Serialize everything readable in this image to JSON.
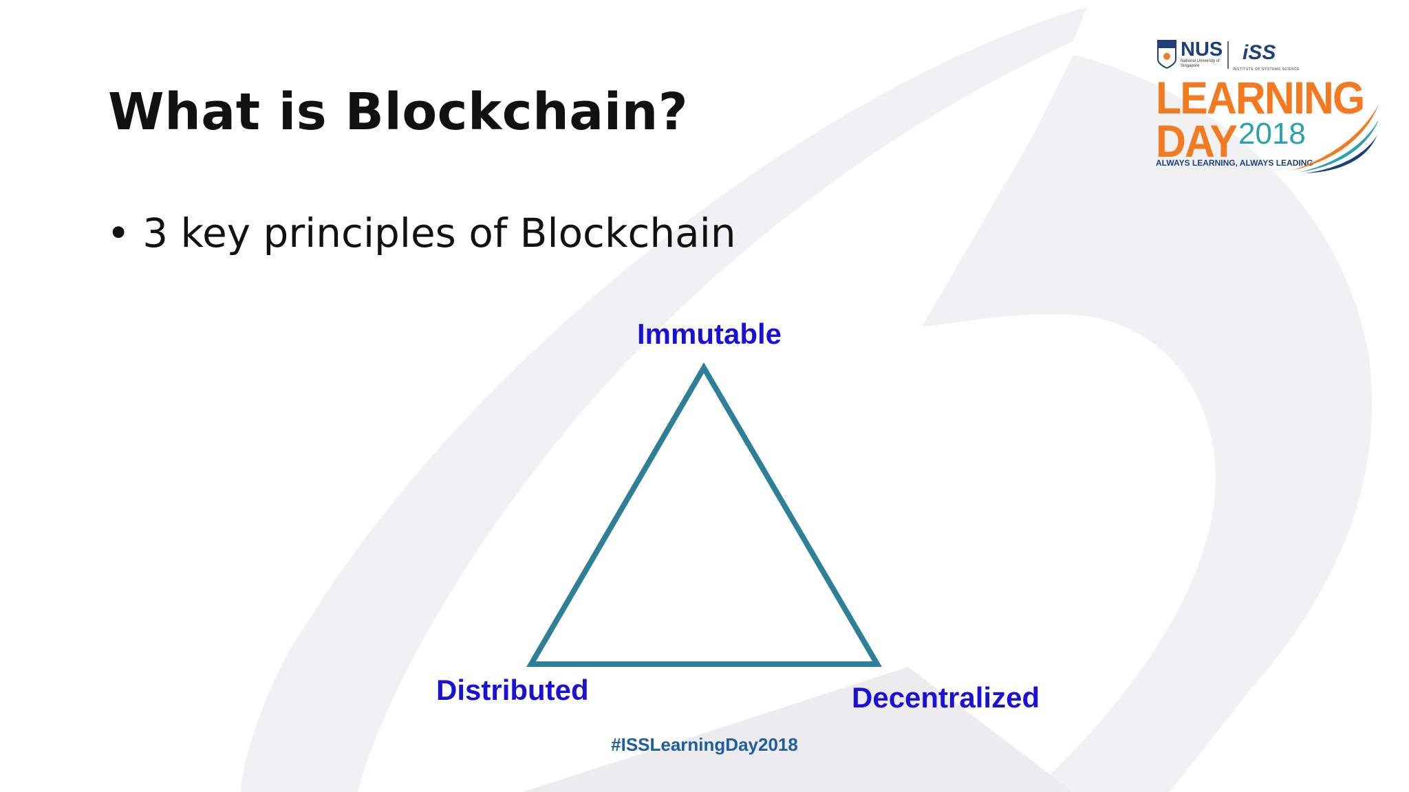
{
  "slide": {
    "title": "What is Blockchain?",
    "bullet_text": "3 key principles of Blockchain",
    "hashtag": "#ISSLearningDay2018"
  },
  "diagram": {
    "shape": "triangle",
    "vertices": {
      "top": "Immutable",
      "bottom_left": "Distributed",
      "bottom_right": "Decentralized"
    },
    "colors": {
      "triangle_stroke": "#2e8099",
      "label_text": "#1a10d6",
      "hashtag": "#1f5e9c"
    }
  },
  "logo": {
    "nus": "NUS",
    "nus_subtitle": "National University of Singapore",
    "iss": "iSS",
    "iss_subtitle": "INSTITUTE OF SYSTEMS SCIENCE",
    "learning": "LEARNING",
    "day": "DAY",
    "year": "2018",
    "tagline": "ALWAYS LEARNING, ALWAYS LEADING",
    "colors": {
      "orange": "#f37a21",
      "teal": "#2aa0b0",
      "navy": "#1d3f7a"
    }
  }
}
